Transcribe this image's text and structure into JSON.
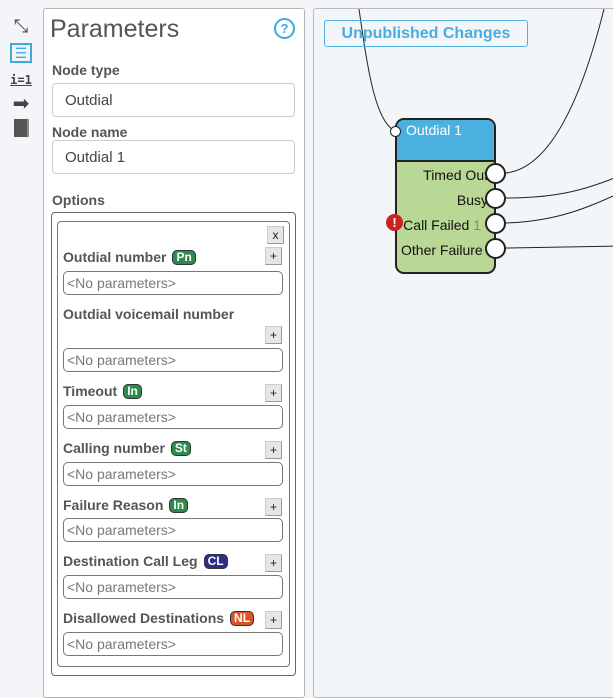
{
  "toolbar": {
    "items": [
      {
        "name": "collapse-icon",
        "glyph": "⤡"
      },
      {
        "name": "list-icon",
        "glyph": "☰"
      },
      {
        "name": "assign-icon",
        "glyph": "i=1"
      },
      {
        "name": "arrow-right-icon",
        "glyph": "➡"
      },
      {
        "name": "book-icon",
        "glyph": "▮"
      }
    ]
  },
  "panel": {
    "title": "Parameters",
    "help": "?",
    "node_type_label": "Node type",
    "node_type": "Outdial",
    "node_name_label": "Node name",
    "node_name": "Outdial 1",
    "options_label": "Options",
    "remove": "x",
    "options": [
      {
        "label": "Outdial number",
        "badge": "Pn",
        "badge_color": "#2e8b4e",
        "value": "<No parameters>"
      },
      {
        "label": "Outdial voicemail number",
        "badge": "",
        "badge_color": "",
        "value": "<No parameters>"
      },
      {
        "label": "Timeout",
        "badge": "In",
        "badge_color": "#2e8b4e",
        "value": "<No parameters>"
      },
      {
        "label": "Calling number",
        "badge": "St",
        "badge_color": "#2e8b4e",
        "value": "<No parameters>"
      },
      {
        "label": "Failure Reason",
        "badge": "In",
        "badge_color": "#2e8b4e",
        "value": "<No parameters>"
      },
      {
        "label": "Destination Call Leg",
        "badge": "CL",
        "badge_color": "#2b2f8c",
        "value": "<No parameters>"
      },
      {
        "label": "Disallowed Destinations",
        "badge": "NL",
        "badge_color": "#d9552b",
        "value": "<No parameters>"
      }
    ],
    "add": "+"
  },
  "canvas": {
    "status": "Unpublished Changes",
    "node": {
      "title": "Outdial 1",
      "ports": [
        {
          "label": "Timed Out",
          "extra": ""
        },
        {
          "label": "Busy",
          "extra": ""
        },
        {
          "label": "Call Failed",
          "extra": "1",
          "error": true
        },
        {
          "label": "Other Failure",
          "extra": ""
        }
      ]
    }
  }
}
